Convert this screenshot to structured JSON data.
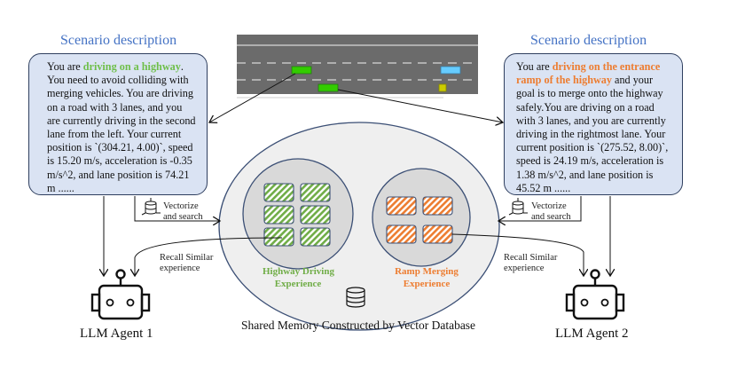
{
  "left_panel": {
    "title": "Scenario description",
    "text_prefix": "You are ",
    "highlight": "driving on a highway",
    "text_suffix": ". You need to avoid colliding with merging vehicles. You are driving on a road with 3 lanes, and you are currently driving in the second lane from the left. Your current position is `(304.21, 4.00)`, speed is 15.20 m/s, acceleration is -0.35 m/s^2, and lane position is 74.21 m ......",
    "highlight_color": "#70ad47"
  },
  "right_panel": {
    "title": "Scenario description",
    "text_prefix": "You are ",
    "highlight": "driving on the entrance ramp of the highway",
    "text_suffix": " and your goal is to merge onto the highway safely.You are driving on a road with 3 lanes, and you are currently driving in the rightmost lane. Your current position is `(275.52, 8.00)`, speed is 24.19 m/s, acceleration is 1.38 m/s^2, and lane position is 45.52 m ......",
    "highlight_color": "#ed7d31"
  },
  "road_scene": {
    "lanes": 3,
    "vehicles": [
      {
        "name": "ego-vehicle-highway",
        "color": "#33cc00"
      },
      {
        "name": "ego-vehicle-ramp",
        "color": "#33cc00"
      },
      {
        "name": "other-vehicle-blue",
        "color": "#66ccff"
      },
      {
        "name": "other-vehicle-yellow",
        "color": "#cccc00"
      }
    ]
  },
  "memory": {
    "caption": "Shared Memory Constructed by Vector Database",
    "highway_cluster": {
      "label_line1": "Highway Driving",
      "label_line2": "Experience",
      "color": "#70ad47",
      "items": 6
    },
    "ramp_cluster": {
      "label_line1": "Ramp Merging",
      "label_line2": "Experience",
      "color": "#ed7d31",
      "items": 4
    },
    "database_icon": "database-icon"
  },
  "flows": {
    "vectorize_line1": "Vectorize",
    "vectorize_line2": "and search",
    "recall_line1": "Recall Similar",
    "recall_line2": "experience"
  },
  "agents": [
    {
      "label": "LLM Agent 1",
      "icon": "robot-icon"
    },
    {
      "label": "LLM Agent 2",
      "icon": "robot-icon"
    }
  ]
}
